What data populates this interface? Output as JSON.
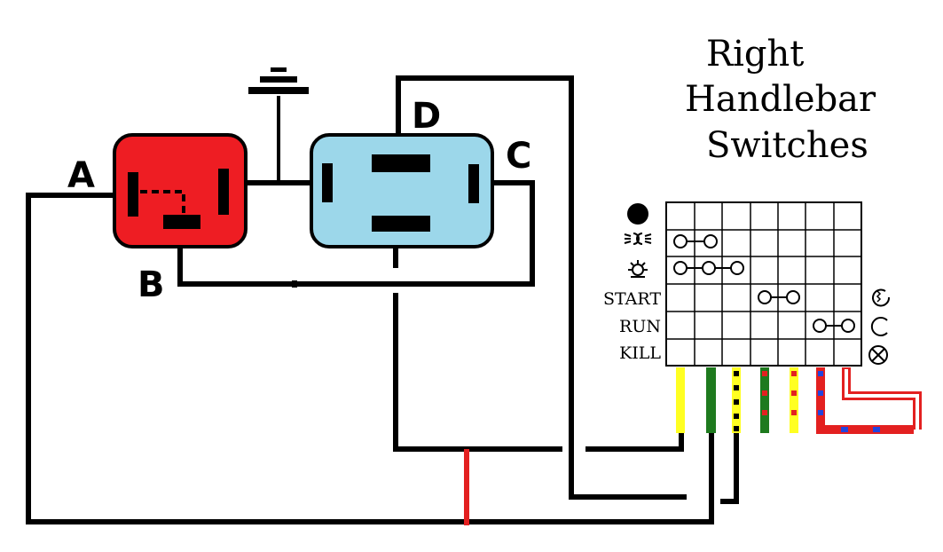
{
  "title": {
    "line1": "Right",
    "line2": "Handlebar",
    "line3": "Switches"
  },
  "relay_terminals": {
    "a": "A",
    "b": "B",
    "c": "C",
    "d": "D"
  },
  "switch_rows": [
    {
      "label": "",
      "icon": "dot-icon"
    },
    {
      "label": "",
      "icon": "headlight-icon"
    },
    {
      "label": "",
      "icon": "lamp-icon"
    },
    {
      "label": "START",
      "icon": "start-rotate-icon"
    },
    {
      "label": "RUN",
      "icon": "run-circle-icon"
    },
    {
      "label": "KILL",
      "icon": "kill-cross-icon"
    }
  ],
  "colors": {
    "relay_red": "#ee1d23",
    "relay_blue": "#9cd7ea",
    "wire_black": "#000000",
    "wire_red": "#e32020",
    "wire_yellow": "#ffff22",
    "wire_green": "#1e7a1e",
    "wire_blue": "#2244dd"
  }
}
